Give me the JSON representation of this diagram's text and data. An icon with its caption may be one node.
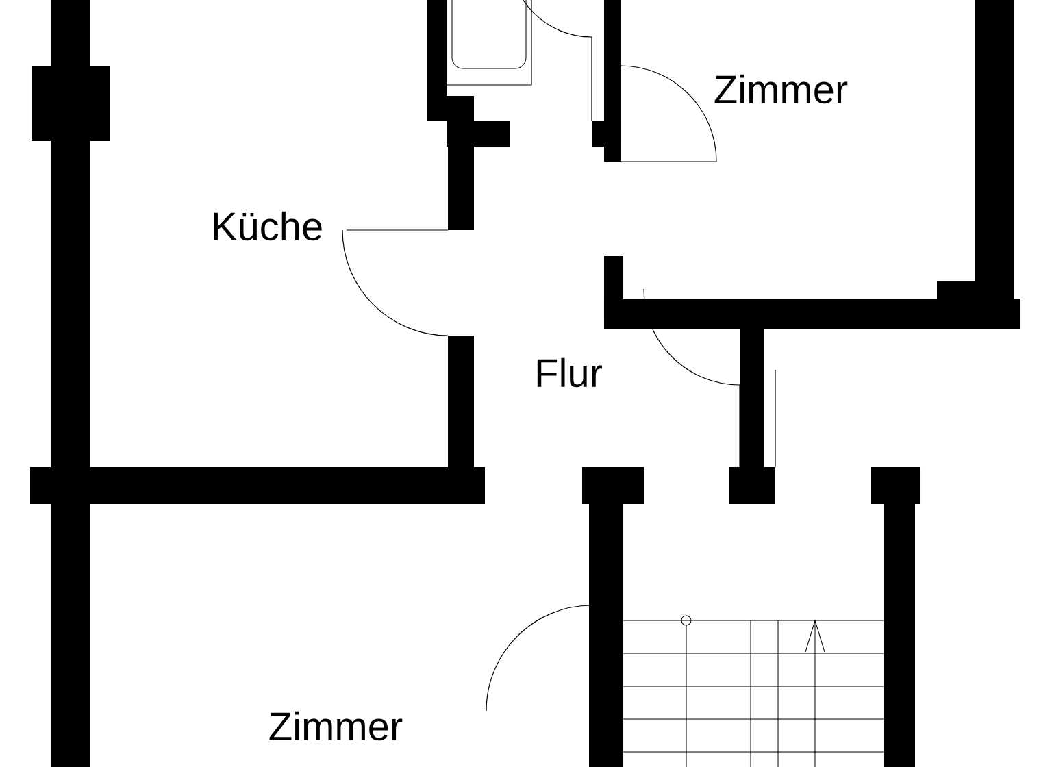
{
  "diagram": {
    "labels": [
      "Zimmer",
      "Küche",
      "Flur",
      "Zimmer"
    ]
  }
}
